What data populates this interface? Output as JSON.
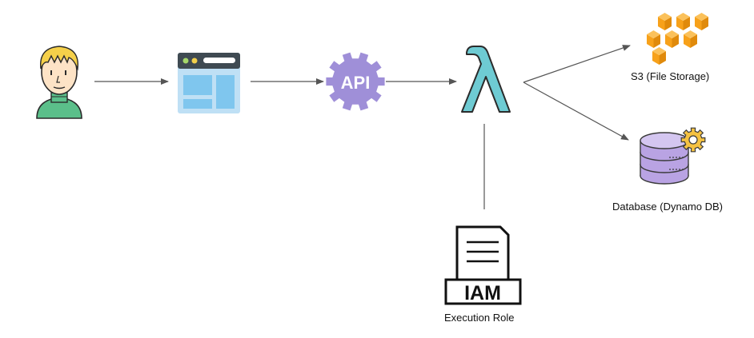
{
  "nodes": {
    "user": {
      "icon": "user-avatar-icon"
    },
    "web_app": {
      "icon": "browser-window-icon"
    },
    "api": {
      "icon": "api-gear-icon",
      "text": "API"
    },
    "lambda": {
      "icon": "lambda-icon",
      "text": "λ"
    },
    "s3": {
      "icon": "s3-boxes-icon",
      "label": "S3 (File Storage)"
    },
    "database": {
      "icon": "database-gear-icon",
      "label": "Database (Dynamo DB)"
    },
    "iam": {
      "icon": "iam-document-icon",
      "text": "IAM",
      "label": "Execution Role"
    }
  },
  "edges": [
    {
      "from": "user",
      "to": "web_app",
      "arrow": true
    },
    {
      "from": "web_app",
      "to": "api",
      "arrow": true
    },
    {
      "from": "api",
      "to": "lambda",
      "arrow": true
    },
    {
      "from": "lambda",
      "to": "s3",
      "arrow": true
    },
    {
      "from": "lambda",
      "to": "database",
      "arrow": true
    },
    {
      "from": "lambda",
      "to": "iam",
      "arrow": false
    }
  ],
  "colors": {
    "line": "#555555",
    "lambda": "#6ecbd3",
    "lambda_stroke": "#2b2b2b",
    "api": "#9f8fd8",
    "browser_frame": "#3f4a52",
    "browser_body": "#bfe0f5",
    "browser_panel": "#7fc6ee",
    "s3_orange": "#f7a11a",
    "db_purple": "#b9a3e3",
    "gear_yellow": "#f5c242",
    "user_skin": "#fde3c6",
    "user_hair": "#f5d04a",
    "user_shirt": "#5bbf8a"
  }
}
